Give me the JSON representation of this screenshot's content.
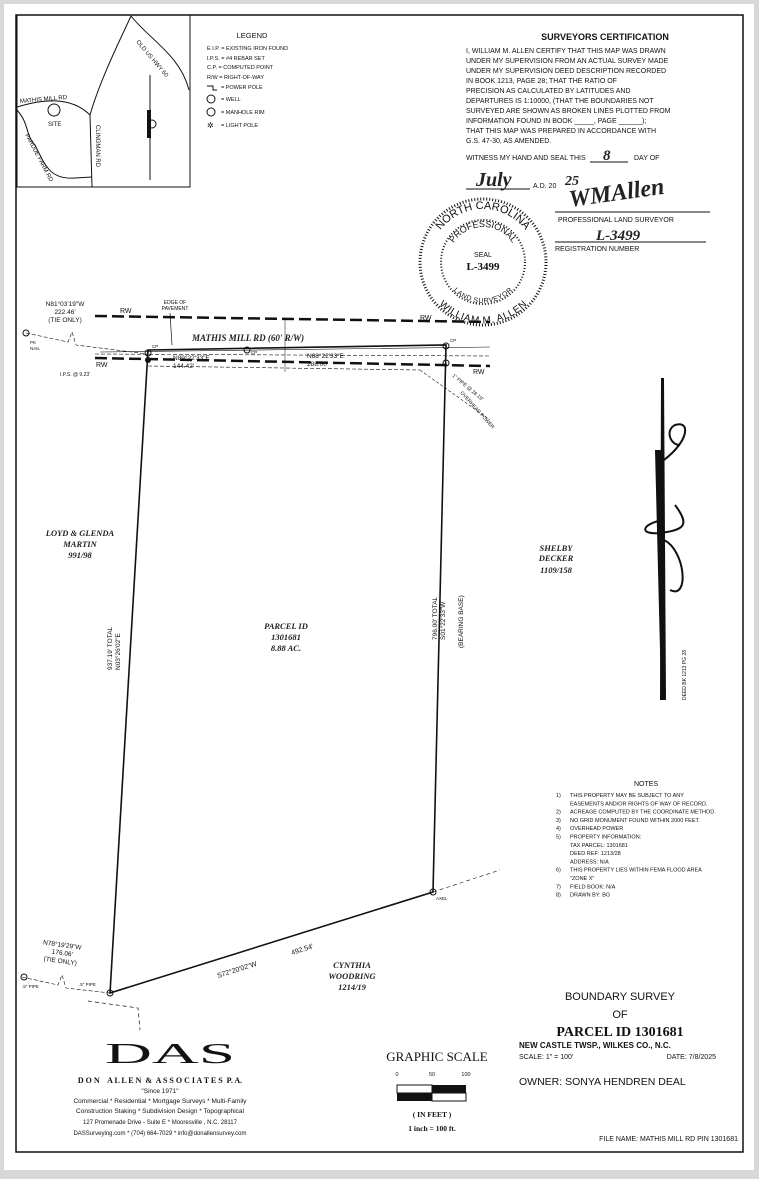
{
  "vicinity_map": {
    "roads": [
      "OLD US HWY 60",
      "MATHIS MILL RD",
      "PARDUE FARM RD",
      "CLINGMAN RD"
    ],
    "site_label": "SITE"
  },
  "legend": {
    "title": "LEGEND",
    "items": [
      "E.I.P. = EXISTING IRON FOUND",
      "I.P.S. = #4 REBAR SET",
      "C.P. = COMPUTED POINT",
      "R/W = RIGHT-OF-WAY",
      "= POWER POLE",
      "= WELL",
      "= MANHOLE RIM",
      "= LIGHT POLE"
    ]
  },
  "certification": {
    "title": "SURVEYORS CERTIFICATION",
    "lines": [
      "I, WILLIAM M. ALLEN CERTIFY THAT THIS MAP WAS DRAWN",
      "UNDER MY SUPERVISION FROM AN ACTUAL SURVEY MADE",
      "UNDER MY SUPERVISION DEED DESCRIPTION RECORDED",
      "IN BOOK 1213, PAGE 28; THAT THE RATIO OF",
      "PRECISION AS CALCULATED BY LATITUDES AND",
      "DEPARTURES IS 1:10000, (THAT THE BOUNDARIES NOT",
      "SURVEYED ARE SHOWN AS BROKEN LINES PLOTTED FROM",
      "INFORMATION FOUND IN BOOK _____, PAGE ______);",
      "THAT THIS MAP WAS PREPARED IN ACCORDANCE WITH",
      "G.S. 47-30, AS AMENDED."
    ],
    "witness": "WITNESS MY HAND AND SEAL THIS",
    "day": "8",
    "day_of": "DAY OF",
    "month": "July",
    "ad": "A.D. 20",
    "year": "25",
    "signature": "WMAllen",
    "surveyor_label": "PROFESSIONAL LAND SURVEYOR",
    "registration": "L-3499",
    "registration_label": "REGISTRATION NUMBER"
  },
  "seal": {
    "top": "NORTH CAROLINA",
    "middle": "PROFESSIONAL",
    "seal": "SEAL",
    "number": "L-3499",
    "lower": "LAND SURVEYOR",
    "bottom": "WILLIAM M. ALLEN"
  },
  "plat": {
    "road": "MATHIS MILL RD (60' R/W)",
    "rw": "RW",
    "edge_of_pavement": [
      "EDGE OF",
      "PAVEMENT"
    ],
    "tie_north": [
      "N81°03'19\"W",
      "222.46'",
      "(TIE ONLY)"
    ],
    "pk_nail": [
      "PK",
      "NAIL"
    ],
    "ips": "I.P.S. @ 9.23'",
    "cp": "CP",
    "north_line_1": [
      "N89°22'33\"E",
      "144.42'"
    ],
    "north_line_2": [
      "N88°22'33\"E",
      "288.00'"
    ],
    "pipe_ne": "1\" PIPE @ 28.19'",
    "overhead_power": "OVERHEAD POWER",
    "west_line": [
      "937.19' TOTAL",
      "N03°26'02\"E"
    ],
    "east_line": [
      "796.00' TOTAL",
      "S01°22'33\"W",
      "(BEARING BASE)"
    ],
    "south_line": [
      "S72°20'02\"W",
      "492.54'"
    ],
    "axel": "AXEL",
    "tie_south": [
      "N78°19'29\"W",
      "176.06'",
      "(TIE ONLY)"
    ],
    "pipe_sw": [
      ".5\" PIPE",
      ".5\" PIPE"
    ],
    "parcel": [
      "PARCEL ID",
      "1301681",
      "8.88 AC."
    ],
    "west_owner": [
      "LOYD & GLENDA",
      "MARTIN",
      "991/98"
    ],
    "east_owner": [
      "SHELBY",
      "DECKER",
      "1109/158"
    ],
    "south_owner": [
      "CYNTHIA",
      "WOODRING",
      "1214/19"
    ],
    "deed_ref": "DEED BK 1213 PG 28"
  },
  "notes": {
    "title": "NOTES",
    "items": [
      [
        "1)",
        "THIS PROPERTY MAY BE SUBJECT TO ANY"
      ],
      [
        "",
        "EASEMENTS AND/OR RIGHTS OF WAY OF RECORD."
      ],
      [
        "2)",
        "ACREAGE COMPUTED BY THE COORDINATE METHOD."
      ],
      [
        "3)",
        "NO GRID MONUMENT FOUND WITHIN 2000 FEET."
      ],
      [
        "4)",
        "OVERHEAD POWER"
      ],
      [
        "5)",
        "PROPERTY INFORMATION:"
      ],
      [
        "",
        "  TAX PARCEL: 1301681"
      ],
      [
        "",
        "  DEED REF: 1213/28"
      ],
      [
        "",
        "  ADDRESS: N/A"
      ],
      [
        "6)",
        "THIS PROPERTY LIES WITHIN FEMA FLOOD AREA"
      ],
      [
        "",
        "\"ZONE X\""
      ],
      [
        "7)",
        "FIELD BOOK: N/A"
      ],
      [
        "8)",
        "DRAWN BY: BG"
      ]
    ]
  },
  "title_block": {
    "line1": "BOUNDARY SURVEY",
    "line2": "OF",
    "parcel": "PARCEL ID 1301681",
    "location": "NEW CASTLE TWSP., WILKES CO., N.C.",
    "scale": "SCALE:   1\" = 100'",
    "date": "DATE: 7/8/2025",
    "owner": "OWNER: SONYA HENDREN DEAL",
    "file_name": "FILE NAME: MATHIS MILL RD PIN 1301681"
  },
  "graphic_scale": {
    "title": "GRAPHIC SCALE",
    "ticks": [
      "0",
      "50",
      "100"
    ],
    "units": "( IN FEET )",
    "ratio": "1 inch = 100 ft."
  },
  "company": {
    "logo": "DAS",
    "name": "D O N    A L L E N  &  A S S O C I A T E S  P. A.",
    "since": "\"Since 1971\"",
    "services1": "Commercial * Residential * Mortgage Surveys * Multi-Family",
    "services2": "Construction Staking * Subdivision Design * Topographical",
    "address": "127 Promenade Drive - Suite E *  Mooresville , N.C. 28117",
    "contact": "DASSurveying.com * (704) 664-7029 * info@donallensurvey.com"
  }
}
